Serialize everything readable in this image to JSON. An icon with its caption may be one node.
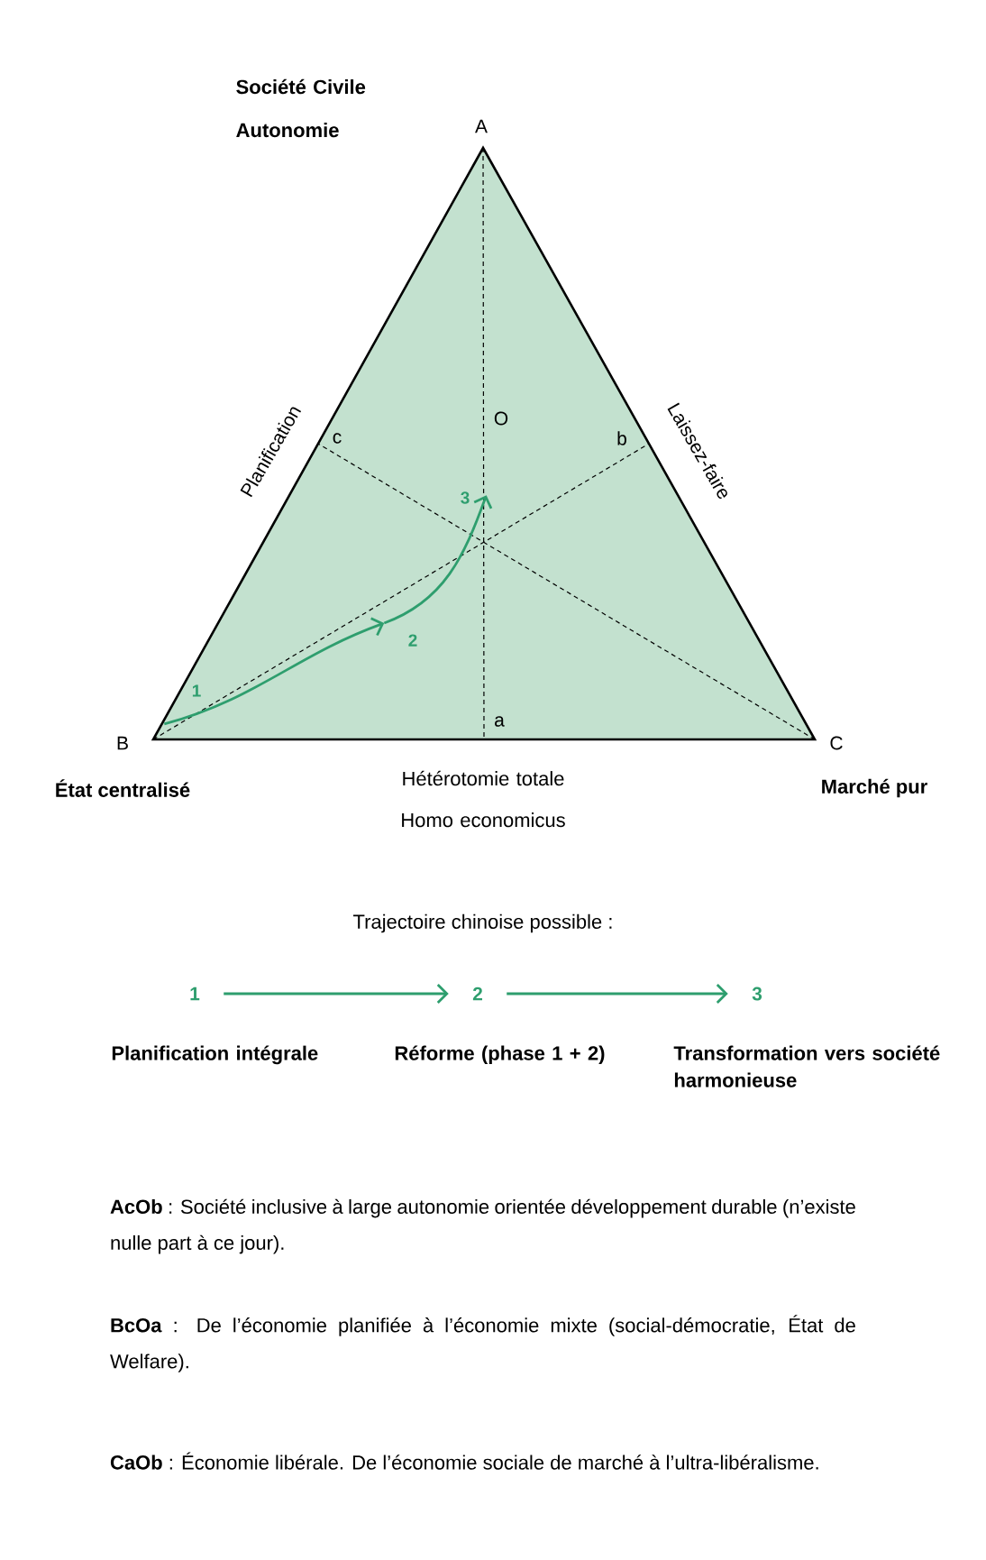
{
  "diagram": {
    "nodes": [
      {
        "text": [],
        "shape": "triangle"
      },
      {
        "text": [
          "1"
        ],
        "in": 0
      },
      {
        "text": [
          "2"
        ],
        "in": 0
      },
      {
        "text": [
          "3"
        ],
        "in": 0
      },
      {
        "text": [
          "1"
        ],
        "beside": [
          "Planification intégrale"
        ]
      },
      {
        "text": [
          "2"
        ],
        "beside": [
          "Réforme (phase 1 + 2)"
        ]
      },
      {
        "text": [
          "3"
        ],
        "beside": [
          "Transformation vers société harmonieuse"
        ]
      }
    ],
    "edges": [
      {
        "from": 1,
        "to": 2,
        "arrow": "to"
      },
      {
        "from": 2,
        "to": 3,
        "arrow": "to"
      },
      {
        "from": 4,
        "to": 5,
        "arrow": "to"
      },
      {
        "from": 5,
        "to": 6,
        "arrow": "to"
      }
    ],
    "labels": [
      "Société Civile Autonomie",
      "A",
      "Planification",
      "Laissez-faire",
      "O",
      "c",
      "b",
      "a",
      "B",
      "C",
      "État centralisé",
      "Hétérotomie totale Homo economicus",
      "Marché pur",
      "Trajectoire chinoise possible :",
      "**AcOb** : Société inclusive à large autonomie orientée développement durable (n’existe nulle part à ce jour).",
      "**BcOa** : De l’économie planifiée à l’économie mixte (social-démocratie, État de Welfare).",
      "**CaOb** : Économie libérale. De l’économie sociale de marché à l’ultra-libéralisme."
    ]
  }
}
